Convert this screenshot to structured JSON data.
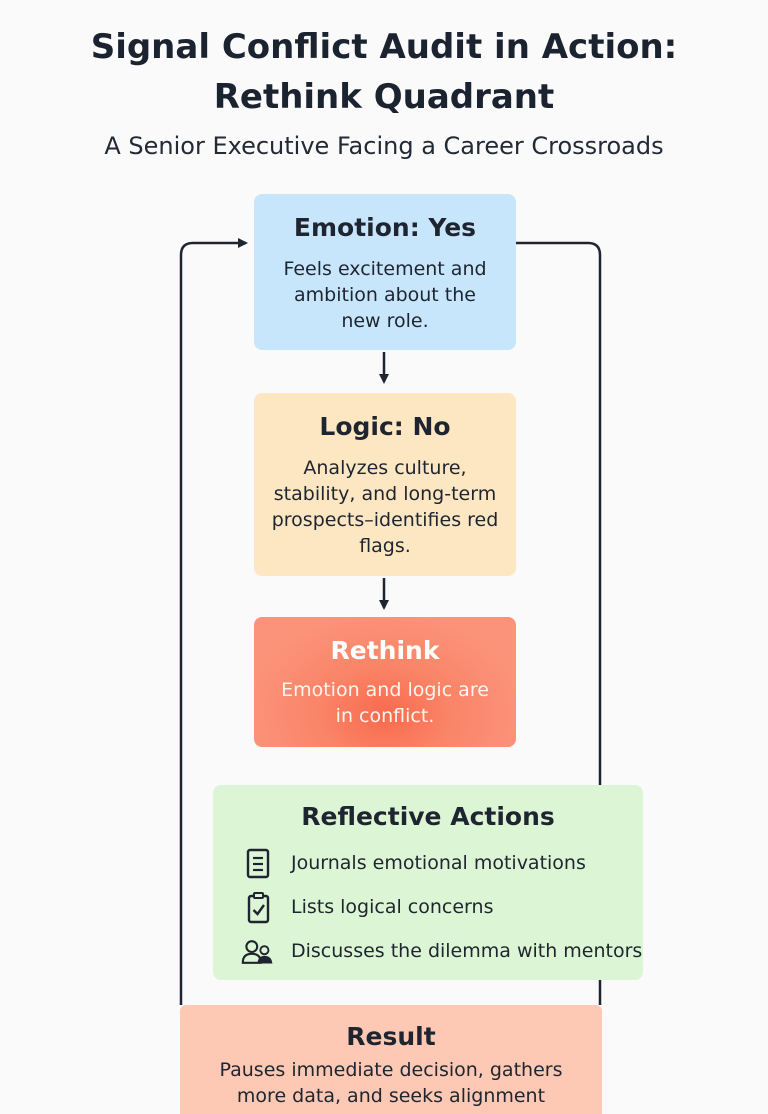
{
  "header": {
    "title_line1": "Signal Conflict Audit in Action:",
    "title_line2": "Rethink Quadrant",
    "subtitle": "A Senior Executive Facing a Career Crossroads"
  },
  "nodes": {
    "emotion": {
      "title": "Emotion: Yes",
      "text": "Feels excitement and ambition about the new role.",
      "color": "#c8e6fb"
    },
    "logic": {
      "title": "Logic: No",
      "text": "Analyzes culture, stability, and long-term prospects–identifies red flags.",
      "color": "#fde7c2"
    },
    "rethink": {
      "title": "Rethink",
      "text": "Emotion and logic are in conflict.",
      "color": "#fa8467"
    },
    "reflective": {
      "title": "Reflective Actions",
      "color": "#dcf5d4",
      "items": [
        {
          "icon": "journal-icon",
          "label": "Journals emotional motivations"
        },
        {
          "icon": "clipboard-check-icon",
          "label": "Lists logical concerns"
        },
        {
          "icon": "people-discussion-icon",
          "label": "Discusses the dilemma with mentors"
        }
      ]
    },
    "result": {
      "title": "Result",
      "text": "Pauses immediate decision, gathers more data, and seeks alignment",
      "color": "#fdc8b4"
    }
  }
}
